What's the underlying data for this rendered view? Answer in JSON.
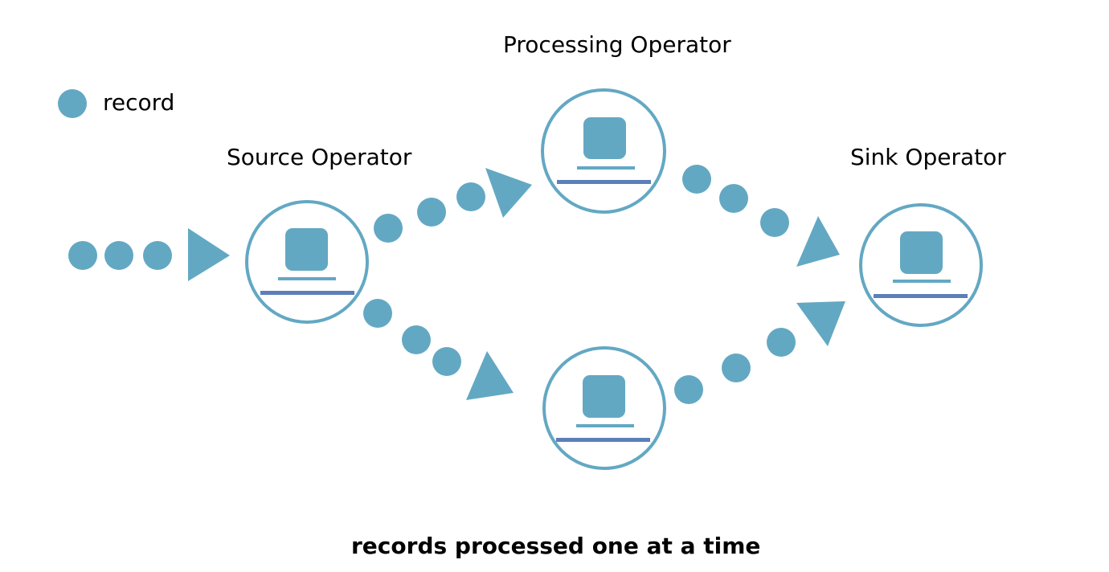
{
  "legend": {
    "record_label": "record",
    "record_icon": "record-dot-icon"
  },
  "operators": {
    "source": {
      "label": "Source Operator",
      "icon": "computer-icon"
    },
    "processing": {
      "label": "Processing Operator",
      "icon": "computer-icon"
    },
    "sink": {
      "label": "Sink Operator",
      "icon": "computer-icon"
    }
  },
  "caption": "records processed one at a time",
  "colors": {
    "record": "#63a8c3",
    "node_ring": "#63a8c3",
    "computer_screen": "#63a8c3",
    "computer_base": "#5b7fb8"
  }
}
